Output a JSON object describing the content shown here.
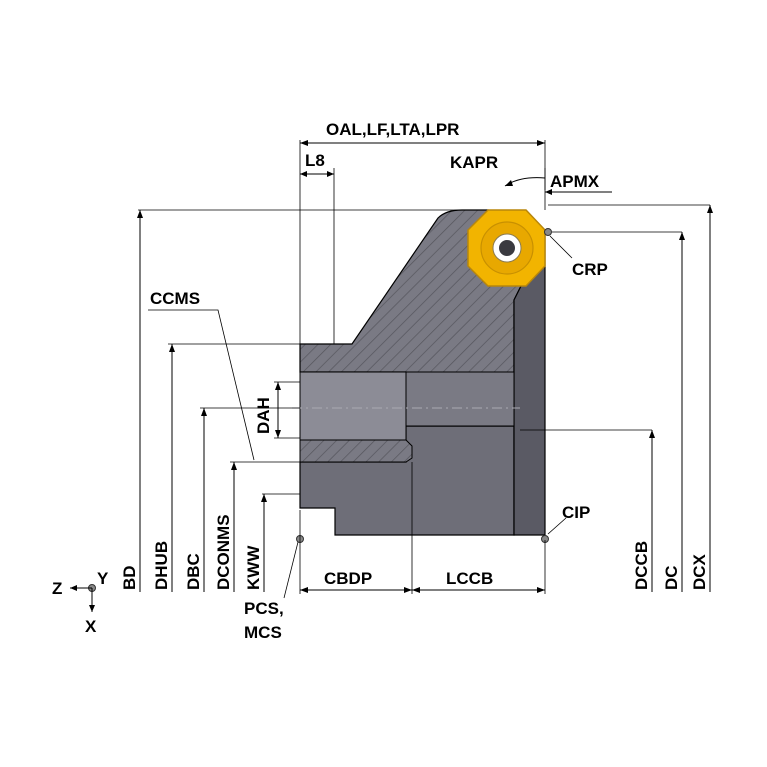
{
  "labels": {
    "oal": "OAL,LF,LTA,LPR",
    "l8": "L8",
    "kapr": "KAPR",
    "apmx": "APMX",
    "crp": "CRP",
    "ccms": "CCMS",
    "dah": "DAH",
    "cip": "CIP",
    "bd": "BD",
    "dhub": "DHUB",
    "dbc": "DBC",
    "dconms": "DCONMS",
    "kww": "KWW",
    "cbdp": "CBDP",
    "lccb": "LCCB",
    "dccb": "DCCB",
    "dc": "DC",
    "dcx": "DCX",
    "pcs": "PCS,",
    "mcs": "MCS",
    "axis_z": "Z",
    "axis_y": "Y",
    "axis_x": "X"
  },
  "colors": {
    "body": "#6e6e78",
    "body_dark": "#4a4a52",
    "insert": "#f2b400",
    "insert_dark": "#b8860b",
    "outline": "#000000"
  }
}
